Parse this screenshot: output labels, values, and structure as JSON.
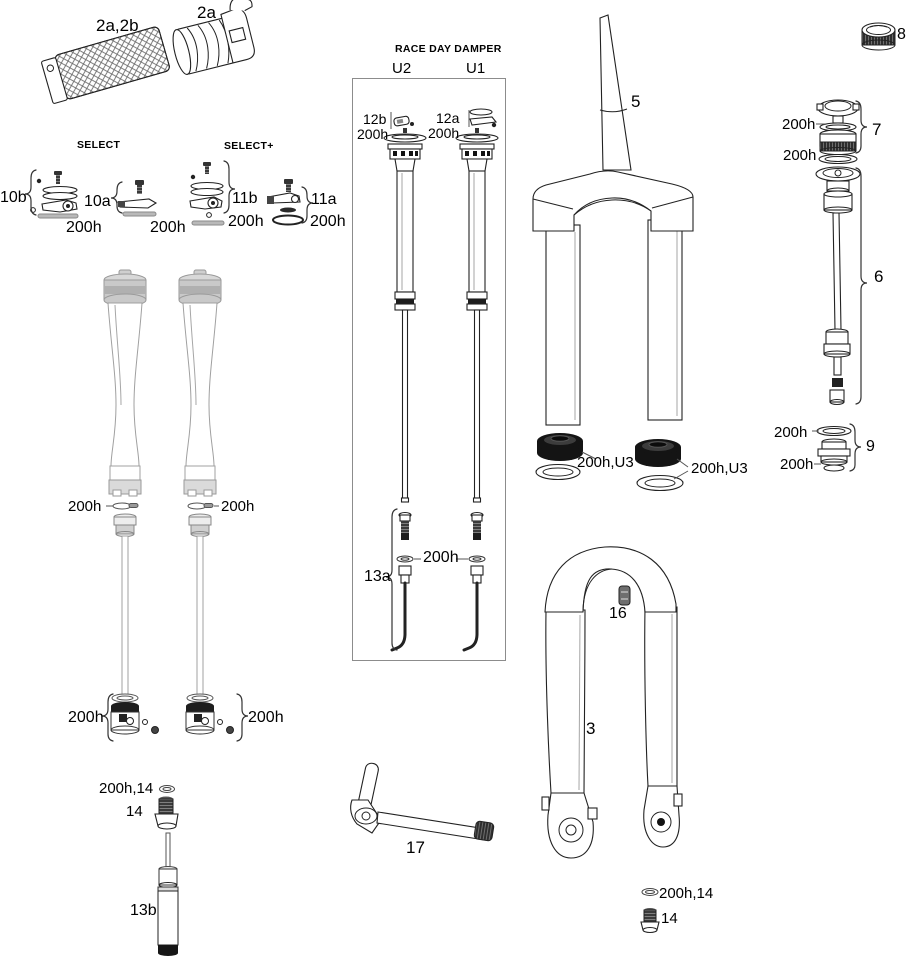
{
  "grips": {
    "pair": "2a,2b",
    "remote": "2a"
  },
  "select": {
    "header": "SELECT",
    "kit_b": "10b",
    "kit_b_seal": "200h",
    "kit_a": "10a",
    "kit_a_seal": "200h"
  },
  "select_plus": {
    "header": "SELECT+",
    "kit_b": "11b",
    "kit_b_seal": "200h",
    "kit_a": "11a",
    "kit_a_seal": "200h"
  },
  "race_day_damper": {
    "header": "RACE DAY DAMPER",
    "col_left": "U2",
    "col_right": "U1",
    "adj_b": "12b",
    "adj_b_seal": "200h",
    "adj_a": "12a",
    "adj_a_seal": "200h",
    "rebound_kit": "13a",
    "rebound_seal": "200h"
  },
  "csu": {
    "part": "5",
    "dust_seal_left": "200h,U3",
    "dust_seal_right": "200h,U3"
  },
  "lowers": {
    "part": "3",
    "bleed_plug": "16",
    "axle": "17",
    "washer": "200h,14",
    "bolt": "14"
  },
  "air_side": {
    "top_cap_knob": "8",
    "top_cap": "7",
    "top_cap_seal": "200h",
    "top_cap_lower_seal": "200h",
    "air_shaft": "6",
    "seal_head": "9",
    "seal_head_top_seal": "200h",
    "seal_head_bottom_seal": "200h"
  },
  "spring_legs": {
    "left_mid_seal": "200h",
    "right_mid_seal": "200h",
    "left_bottom_seal": "200h",
    "right_bottom_seal": "200h",
    "washer": "200h,14",
    "bolt": "14",
    "rebound_damper": "13b"
  }
}
